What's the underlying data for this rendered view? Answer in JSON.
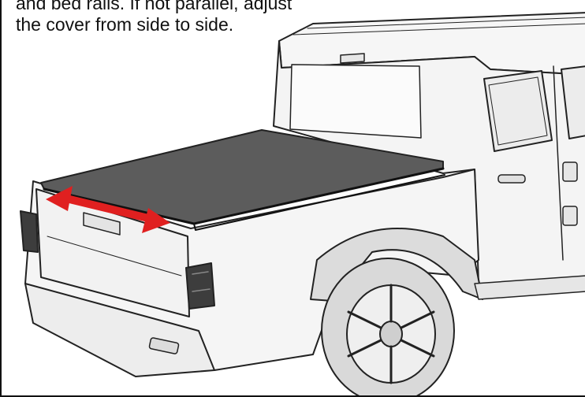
{
  "instruction": {
    "line1": "and bed rails. If not parallel, adjust",
    "line2": "the cover from side to side."
  },
  "illustration": {
    "subject": "pickup-truck-with-soft-tonneau-cover",
    "arrow_color": "#e02020",
    "cover_color": "#5c5c5c",
    "body_color": "#f4f4f4",
    "tire_color": "#d9d9d9",
    "arrow_icon": "double-headed-arrow"
  }
}
